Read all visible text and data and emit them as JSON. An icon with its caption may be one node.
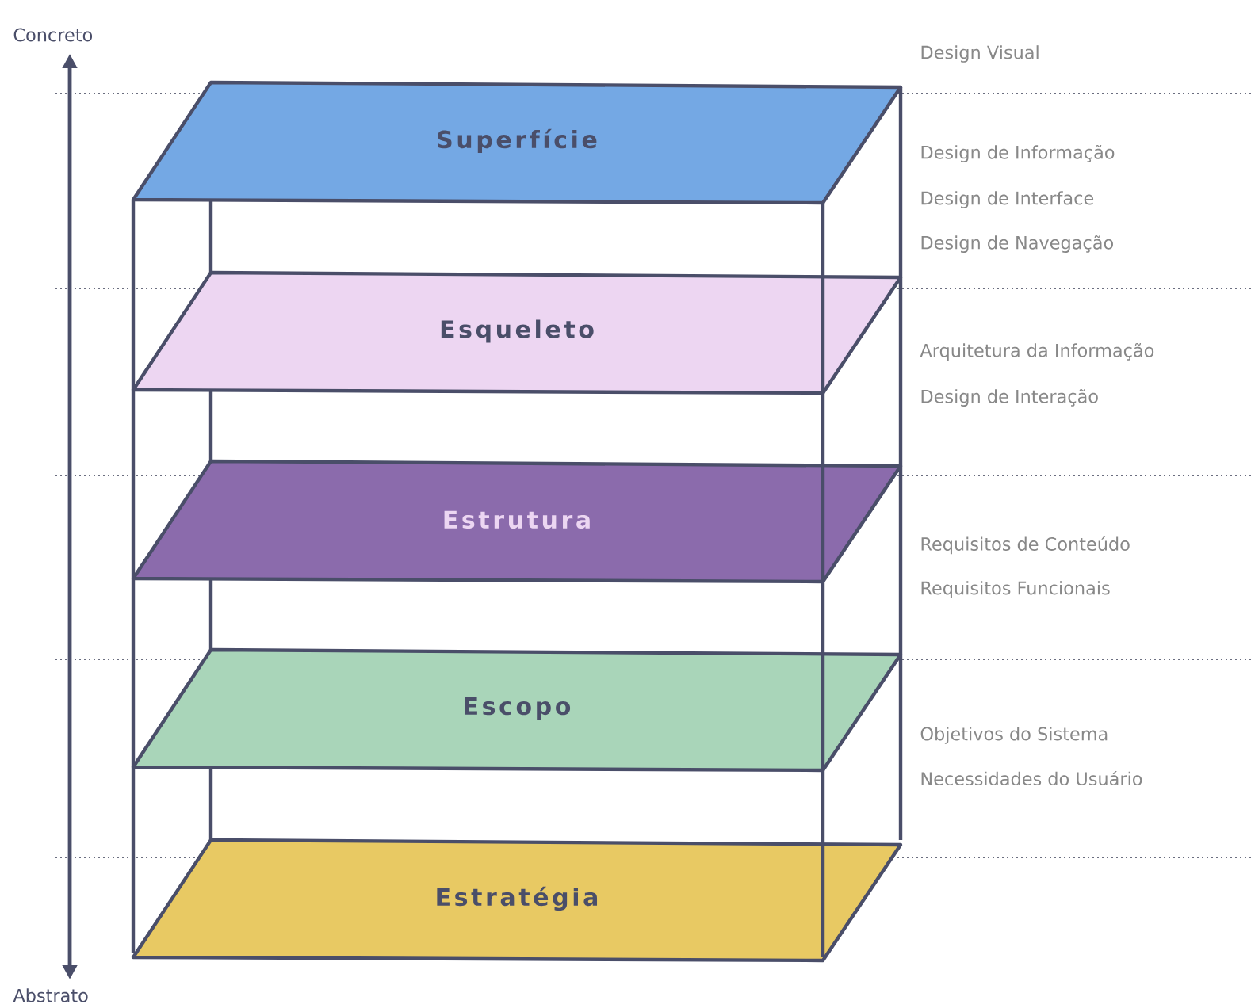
{
  "diagram": {
    "nodes": [
      {
        "text": [
          "Superfície"
        ]
      },
      {
        "text": [
          "Esqueleto"
        ]
      },
      {
        "text": [
          "Estrutura"
        ]
      },
      {
        "text": [
          "Escopo"
        ]
      },
      {
        "text": [
          "Estratégia"
        ]
      }
    ],
    "labels": [
      "Concreto",
      "Design Visual",
      "Design de Informação",
      "Design de Interface",
      "Design de Navegação",
      "Arquitetura da Informação",
      "Design de Interação",
      "Requisitos de Conteúdo",
      "Requisitos Funcionais",
      "Objetivos do Sistema",
      "Necessidades do Usuário",
      "Abstrato"
    ]
  }
}
